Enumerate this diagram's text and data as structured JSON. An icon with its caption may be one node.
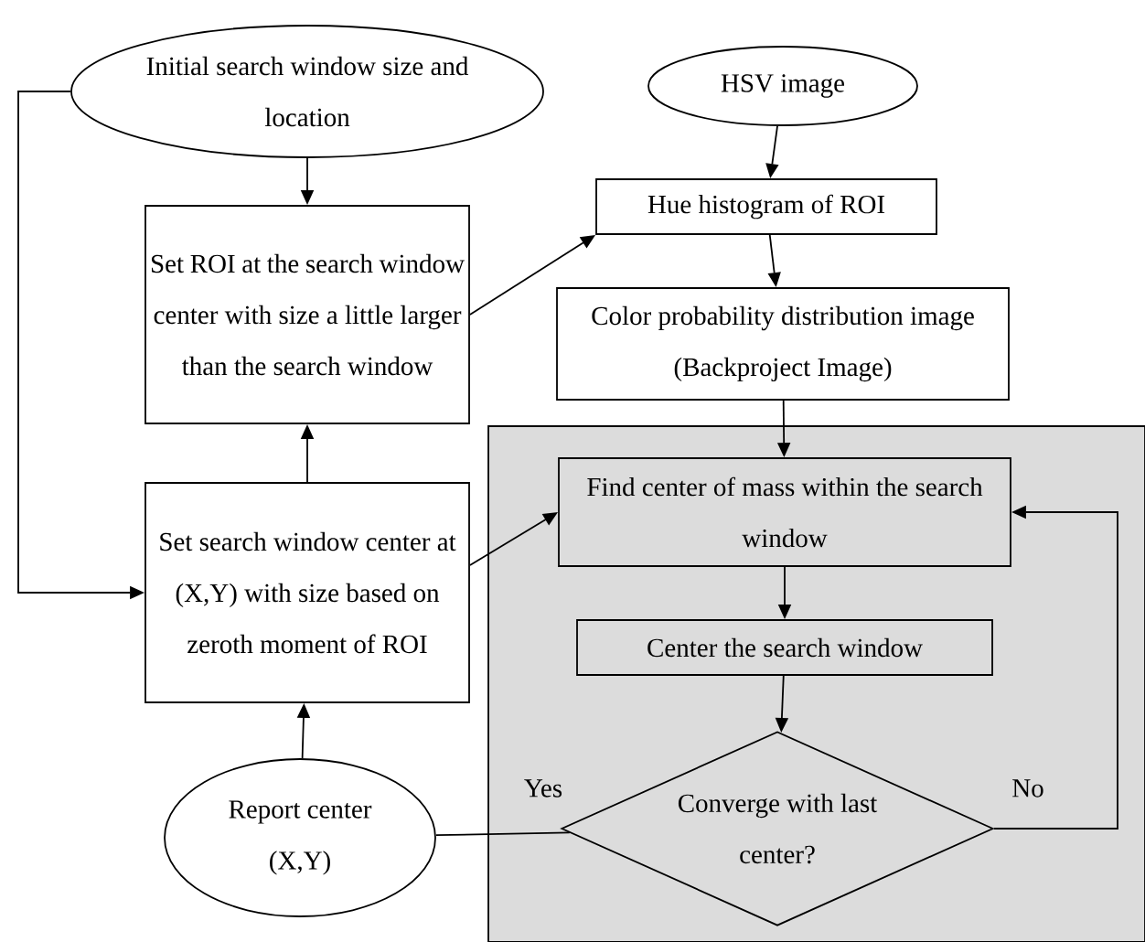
{
  "diagram": {
    "nodes": [
      {
        "text": [
          "Initial search window size and location"
        ]
      },
      {
        "text": [
          "Set ROI at the search window center with size a little larger than the search window"
        ]
      },
      {
        "text": [
          "HSV image"
        ]
      },
      {
        "text": [
          "Hue histogram of ROI"
        ]
      },
      {
        "text": [
          "Color probability distribution image (Backproject Image)"
        ]
      },
      {
        "text": [],
        "shape": "box"
      },
      {
        "text": [
          "Find center of mass within the search window"
        ],
        "in": 5
      },
      {
        "text": [
          "Center the search window"
        ],
        "in": 5
      },
      {
        "text": [
          "Converge with last center?"
        ],
        "in": 5
      },
      {
        "text": [
          "Set search window center at (X,Y) with size based on zeroth moment of ROI"
        ]
      },
      {
        "text": [
          "Report center (X,Y)"
        ]
      }
    ],
    "edges": [
      {
        "from": 0,
        "to": 1,
        "arrow": "to"
      },
      {
        "from": 0,
        "to": 9,
        "arrow": "to"
      },
      {
        "from": 9,
        "to": 1,
        "arrow": "to"
      },
      {
        "from": 1,
        "to": 3,
        "arrow": "to"
      },
      {
        "from": 2,
        "to": 3,
        "arrow": "to"
      },
      {
        "from": 3,
        "to": 4,
        "arrow": "to"
      },
      {
        "from": 4,
        "to": 6,
        "arrow": "to"
      },
      {
        "from": 9,
        "to": 6,
        "arrow": "to"
      },
      {
        "from": 6,
        "to": 7,
        "arrow": "to"
      },
      {
        "from": 7,
        "to": 8,
        "arrow": "to"
      },
      {
        "from": 8,
        "to": 10,
        "label": "Yes",
        "arrow": "none"
      },
      {
        "from": 8,
        "to": 6,
        "label": "No",
        "arrow": "to"
      },
      {
        "from": 10,
        "to": 9,
        "arrow": "to"
      }
    ]
  }
}
